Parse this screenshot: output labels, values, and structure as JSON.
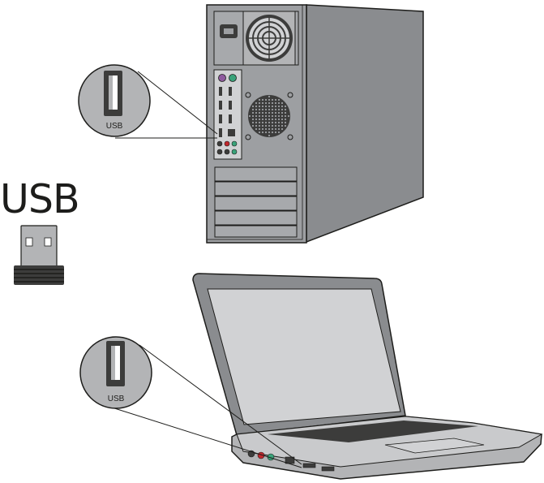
{
  "labels": {
    "dongle_title": "USB",
    "tower_callout": "USB",
    "laptop_callout": "USB"
  },
  "colors": {
    "outline": "#1d1d1b",
    "case_front": "#9d9fa2",
    "case_side": "#8a8c8f",
    "panel": "#c9cacc",
    "dark": "#3c3c3b",
    "callout_fill": "#b3b4b6",
    "port_purple": "#8e5a9e",
    "port_green": "#3aa37a",
    "jack_red": "#c1272d"
  }
}
